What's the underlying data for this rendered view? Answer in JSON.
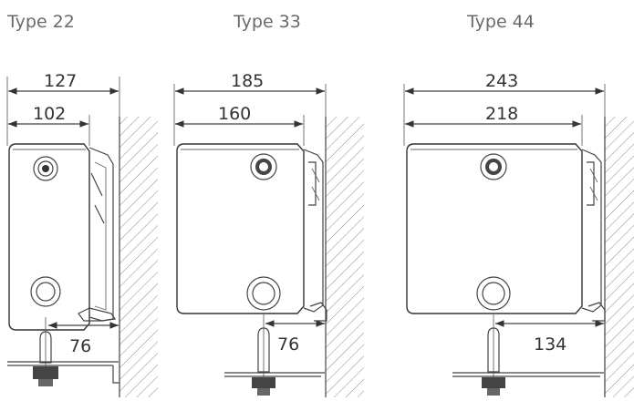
{
  "types": [
    {
      "label": "Type 22",
      "dims": {
        "overall": "127",
        "inner": "102",
        "wall": "76"
      }
    },
    {
      "label": "Type 33",
      "dims": {
        "overall": "185",
        "inner": "160",
        "wall": "76"
      }
    },
    {
      "label": "Type 44",
      "dims": {
        "overall": "243",
        "inner": "218",
        "wall": "134"
      }
    }
  ],
  "colors": {
    "line": "#444444",
    "hatch": "#888888",
    "text": "#333333"
  }
}
